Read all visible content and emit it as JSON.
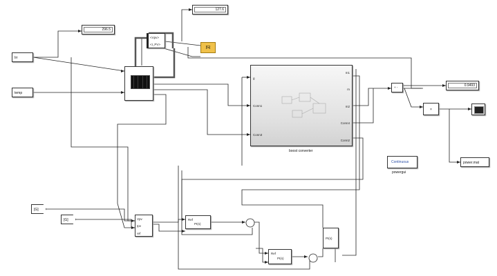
{
  "blocks": {
    "irr": "Irr",
    "temp": "temp",
    "display_voltage": "296.5",
    "display_top": "127.6",
    "display_power": "0.9493",
    "ground_label": "[G]",
    "pv_voltage_label": "<Vpv>",
    "pv_current_label": "<I_PV>",
    "boost_name": "boost converter",
    "boost_in_g": "g",
    "boost_in_conn1": "Conn1",
    "boost_in_conn3": "Conn3",
    "boost_out_m1": "m1",
    "boost_out_m": "m",
    "boost_out_m2": "m2",
    "boost_out_conn4": "Conn4",
    "boost_out_conn2": "Conn2",
    "powergui_label": "Continuous",
    "powergui_name": "powergui",
    "power_mat": "power.mat",
    "goto_g1": "[G]",
    "goto_g2": "[G]",
    "mppt_in1": "Vpv",
    "mppt_in2": "Ipv",
    "mppt_in3": "ref",
    "pi1_ref": "Ref",
    "pi1_pi": "PI(s)",
    "pi2_ref": "Ref",
    "pi2_pi": "PI(s)",
    "pi3_pi": "PI(s)",
    "mult": "×",
    "scope": ""
  },
  "colors": {
    "wire": "#222222",
    "thick_wire": "#555555",
    "ground": "#f0c14a",
    "boost_bg": "#e6e6e6"
  },
  "icons": [
    "pv-array-icon",
    "scope-icon",
    "demux-icon",
    "ground-icon"
  ]
}
